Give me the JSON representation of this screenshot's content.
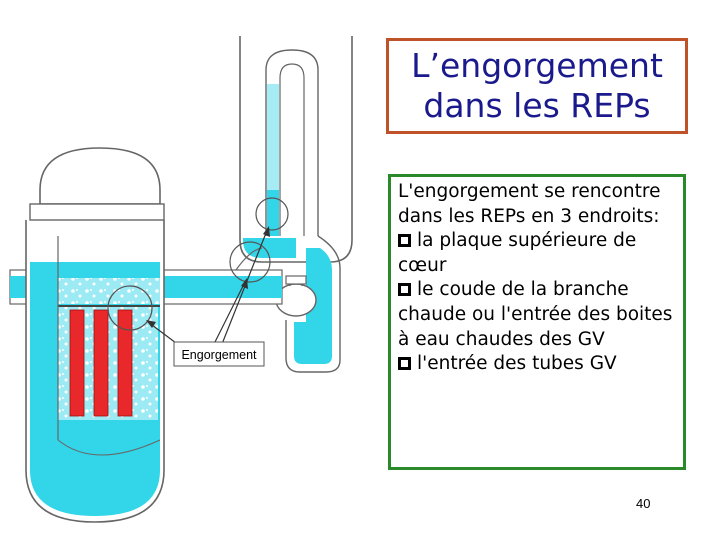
{
  "slide": {
    "title_lines": [
      "L’engorgement",
      "dans les REPs"
    ],
    "body": {
      "intro": "L'engorgement se rencontre dans les REPs en 3 endroits:",
      "bullets": [
        "la plaque supérieure de cœur",
        "le coude de la branche chaude ou l'entrée des boites à eau chaudes des GV",
        "l'entrée des tubes GV"
      ]
    },
    "page_number": "40"
  },
  "diagram": {
    "label": "Engorgement",
    "colors": {
      "water": "#33d6e8",
      "water_light": "#9beaf4",
      "rods": "#e8282a",
      "outline": "#555555"
    }
  }
}
